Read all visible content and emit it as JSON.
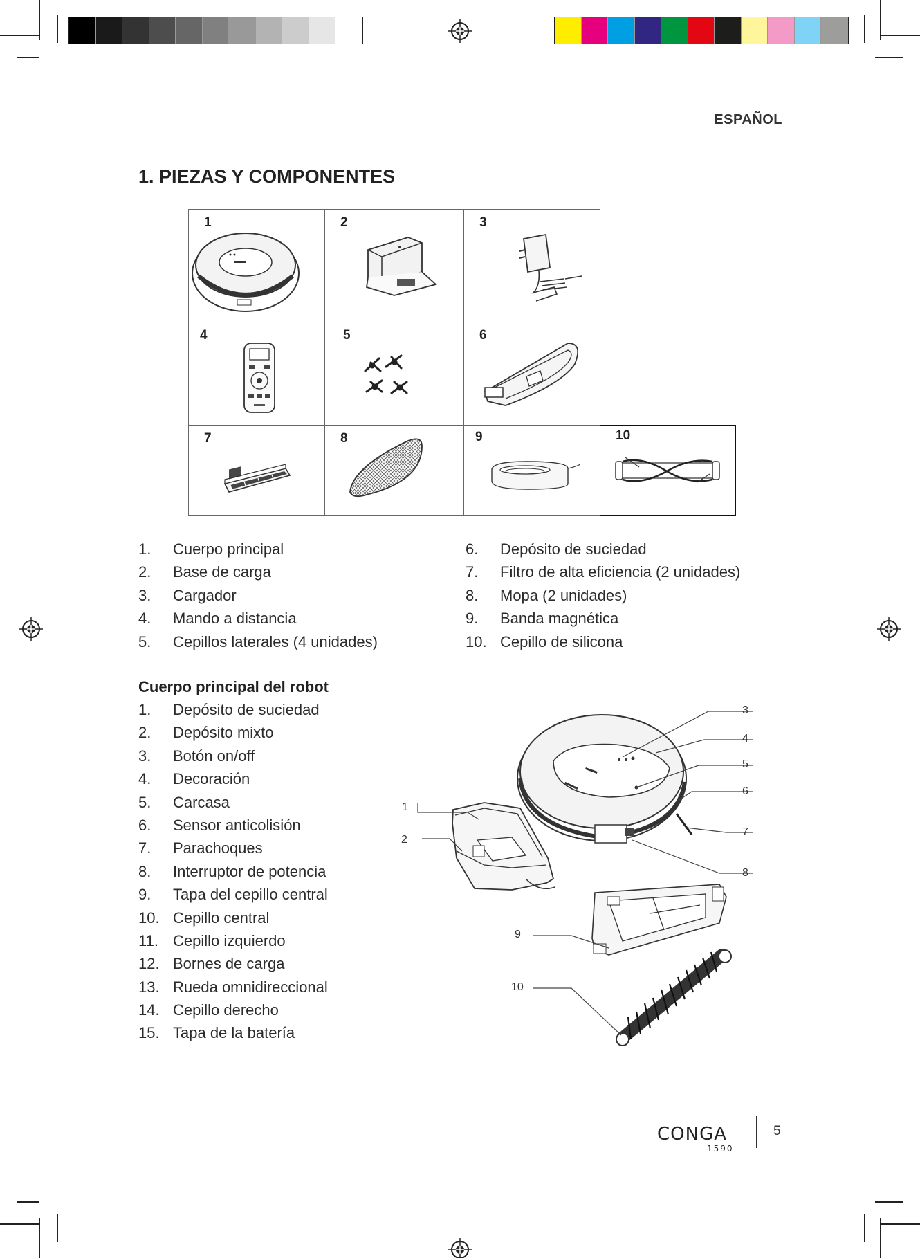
{
  "colors": {
    "grayscale_swatches": [
      "#000000",
      "#1a1a1a",
      "#333333",
      "#4d4d4d",
      "#666666",
      "#808080",
      "#999999",
      "#b3b3b3",
      "#cccccc",
      "#e6e6e6",
      "#ffffff"
    ],
    "color_swatches": [
      "#ffed00",
      "#e6007e",
      "#009fe3",
      "#312783",
      "#009640",
      "#e30613",
      "#1d1d1b",
      "#fff59b",
      "#f39ac7",
      "#7fd3f7",
      "#9d9d9c"
    ]
  },
  "header": {
    "language": "ESPAÑOL",
    "section_title": "1. PIEZAS Y COMPONENTES"
  },
  "parts_grid": {
    "cells": [
      {
        "number": "1",
        "icon": "robot-body-icon"
      },
      {
        "number": "2",
        "icon": "charging-base-icon"
      },
      {
        "number": "3",
        "icon": "charger-adapter-icon"
      },
      {
        "number": "4",
        "icon": "remote-control-icon"
      },
      {
        "number": "5",
        "icon": "side-brushes-icon"
      },
      {
        "number": "6",
        "icon": "dust-tank-icon"
      },
      {
        "number": "7",
        "icon": "hepa-filter-icon"
      },
      {
        "number": "8",
        "icon": "mop-icon"
      },
      {
        "number": "9",
        "icon": "magnetic-strip-icon"
      },
      {
        "number": "10",
        "icon": "silicone-brush-icon"
      }
    ]
  },
  "parts_list": [
    {
      "num": "1.",
      "label": "Cuerpo principal"
    },
    {
      "num": "2.",
      "label": "Base de carga"
    },
    {
      "num": "3.",
      "label": "Cargador"
    },
    {
      "num": "4.",
      "label": "Mando a distancia"
    },
    {
      "num": "5.",
      "label": "Cepillos laterales (4 unidades)"
    },
    {
      "num": "6.",
      "label": "Depósito de suciedad"
    },
    {
      "num": "7.",
      "label": "Filtro de alta eficiencia (2 unidades)"
    },
    {
      "num": "8.",
      "label": "Mopa (2 unidades)"
    },
    {
      "num": "9.",
      "label": "Banda magnética"
    },
    {
      "num": "10.",
      "label": "Cepillo de silicona"
    }
  ],
  "robot_section": {
    "title": "Cuerpo principal del robot",
    "items": [
      {
        "num": "1.",
        "label": "Depósito de suciedad"
      },
      {
        "num": "2.",
        "label": "Depósito mixto"
      },
      {
        "num": "3.",
        "label": "Botón on/off"
      },
      {
        "num": "4.",
        "label": "Decoración"
      },
      {
        "num": "5.",
        "label": "Carcasa"
      },
      {
        "num": "6.",
        "label": "Sensor anticolisión"
      },
      {
        "num": "7.",
        "label": "Parachoques"
      },
      {
        "num": "8.",
        "label": "Interruptor de potencia"
      },
      {
        "num": "9.",
        "label": "Tapa del cepillo central"
      },
      {
        "num": "10.",
        "label": "Cepillo central"
      },
      {
        "num": "11.",
        "label": "Cepillo izquierdo"
      },
      {
        "num": "12.",
        "label": "Bornes de carga"
      },
      {
        "num": "13.",
        "label": "Rueda omnidireccional"
      },
      {
        "num": "14.",
        "label": "Cepillo derecho"
      },
      {
        "num": "15.",
        "label": "Tapa de la batería"
      }
    ],
    "callouts": [
      "1",
      "2",
      "3",
      "4",
      "5",
      "6",
      "7",
      "8",
      "9",
      "10"
    ]
  },
  "footer": {
    "brand": "CONGA",
    "model": "1590",
    "page_number": "5"
  }
}
